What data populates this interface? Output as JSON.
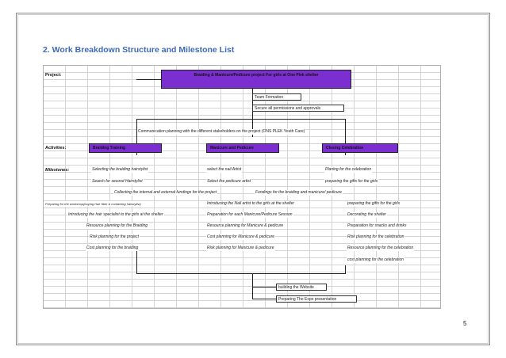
{
  "title": "2. Work Breakdown Structure and Milestone List",
  "labels": {
    "project": "Project:",
    "activities": "Activities:",
    "milestones": "Milestones:"
  },
  "project_box": "Braiding & Manicure/Pedicure project For girls at One Plek shelter",
  "top_boxes": [
    "Team Formation",
    "Secure all permissions and approvals"
  ],
  "communication": "Communication planning with the different stakeholders on the project (ONS PLEK Youth Care)",
  "activities": [
    "Braiding Training",
    "Manicure and Pedicure",
    "Closing Celebration"
  ],
  "braiding_items": [
    "Selecting the braiding hairstylist",
    "Search for second Hairstylist",
    "Collecting the internal and external fundings for the project",
    "Preparing for the workshop(buying Hair fiber & contacting hairstylist)",
    "Introducing the hair specialist to the girls at the shelter",
    "Resource planning for the Braiding",
    "Risk planning for the project",
    "Cost planning for the braiding"
  ],
  "manicure_items": [
    "select the nail Artist",
    "Select the pedicure artist",
    "Fundings for the braiding and manicure/ pedicure",
    "Introducing the Nail artist to the girls at the shelter",
    "Preparation for each Manicure/Pedicure Session",
    "Resource planning for Manicure & pedicure",
    "Cost planning for Manicure & pedicure",
    "Risk planning for Manicure & pedicure"
  ],
  "closing_items": [
    "Planing for the celebration",
    "preparing the gifts for the girls",
    "preparing the gifts for the girls",
    "Decorating the shelter",
    "Preparation for snacks and drinks",
    "Risk planning for the celebration",
    "Resource planning for the celebration",
    "cost planning for the celebration"
  ],
  "bottom_boxes": [
    "building the Website",
    "Preparing The Expo presentation"
  ],
  "page_number": "5",
  "colors": {
    "title": "#3d6ab8",
    "box_fill": "#7b2fd0"
  }
}
